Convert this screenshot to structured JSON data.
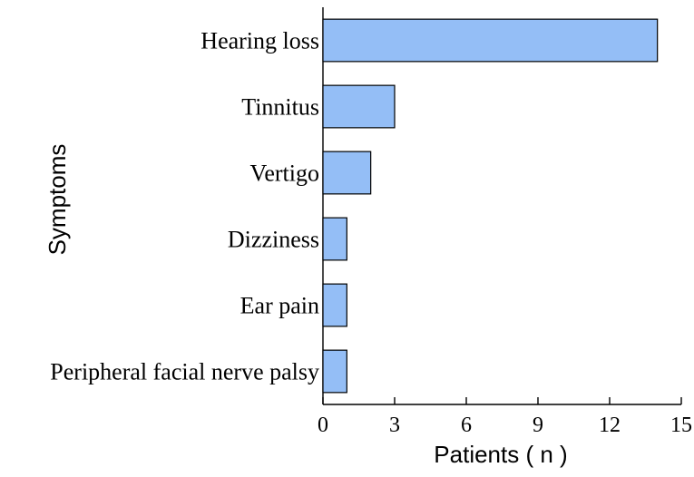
{
  "chart_data": {
    "type": "bar",
    "orientation": "horizontal",
    "categories": [
      "Hearing loss",
      "Tinnitus",
      "Vertigo",
      "Dizziness",
      "Ear pain",
      "Peripheral facial nerve palsy"
    ],
    "values": [
      14,
      3,
      2,
      1,
      1,
      1
    ],
    "xlabel": "Patients ( n )",
    "ylabel": "Symptoms",
    "xlim": [
      0,
      15
    ],
    "xticks": [
      0,
      3,
      6,
      9,
      12,
      15
    ],
    "grid": false,
    "legend": "none",
    "bar_color": "#94BEF6"
  }
}
